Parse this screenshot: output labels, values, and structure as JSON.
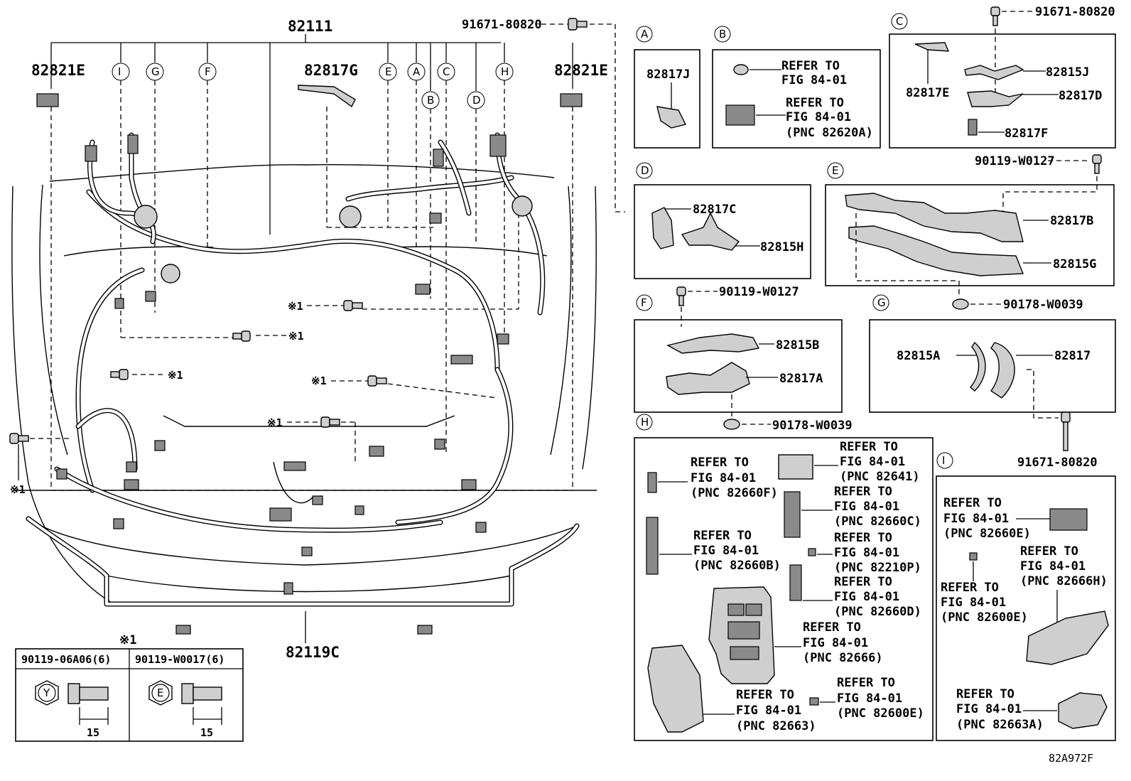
{
  "diagram_code": "82A972F",
  "main": {
    "harness_label": "82111",
    "bolt_top_label": "91671-80820",
    "left_clip_label": "82821E",
    "right_clip_label": "82821E",
    "cover_label": "82817G",
    "lower_harness_label": "82119C",
    "bolt_note": "※1",
    "left_note": "※1",
    "callouts": [
      "I",
      "G",
      "F",
      "E",
      "A",
      "C",
      "B",
      "D",
      "H"
    ]
  },
  "bolt_table": {
    "title": "※1",
    "col1": "90119-06A06(6)",
    "col2": "90119-W0017(6)",
    "col1_mark": "Y",
    "col2_mark": "E",
    "dim1": "15",
    "dim2": "15"
  },
  "refer": {
    "line1": "REFER TO",
    "line2": "FIG 84-01"
  },
  "panels": {
    "A": {
      "letter": "A",
      "part": "82817J"
    },
    "B": {
      "letter": "B",
      "pnc": "(PNC 82620A)"
    },
    "C": {
      "letter": "C",
      "bolt": "91671-80820",
      "p1": "82817E",
      "p2": "82815J",
      "p3": "82817D",
      "p4": "82817F"
    },
    "D": {
      "letter": "D",
      "p1": "82817C",
      "p2": "82815H"
    },
    "E": {
      "letter": "E",
      "bolt": "90119-W0127",
      "p1": "82817B",
      "p2": "82815G",
      "clip": "90178-W0039"
    },
    "F": {
      "letter": "F",
      "bolt": "90119-W0127",
      "p1": "82815B",
      "p2": "82817A",
      "clip": "90178-W0039"
    },
    "G": {
      "letter": "G",
      "p1": "82815A",
      "p2": "82817",
      "bolt": "91671-80820"
    },
    "H": {
      "letter": "H",
      "pnc1": "(PNC 82660F)",
      "pnc2": "(PNC 82641)",
      "pnc3": "(PNC 82660C)",
      "pnc4": "(PNC 82660B)",
      "pnc5": "(PNC 82210P)",
      "pnc6": "(PNC 82660D)",
      "pnc7": "(PNC 82666)",
      "pnc8": "(PNC 82663)",
      "pnc9": "(PNC 82600E)"
    },
    "I": {
      "letter": "I",
      "pnc1": "(PNC 82660E)",
      "pnc2": "(PNC 82666H)",
      "pnc3": "(PNC 82600E)",
      "pnc4": "(PNC 82663A)"
    }
  }
}
